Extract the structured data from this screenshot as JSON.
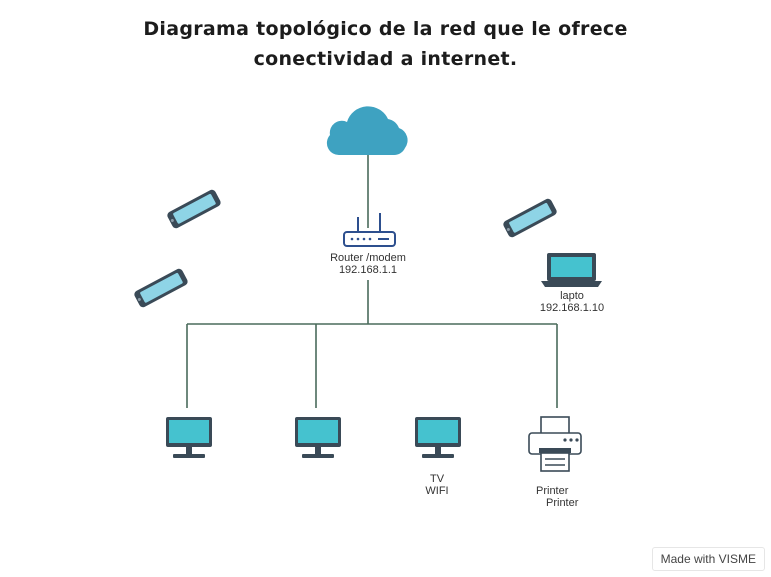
{
  "title": {
    "line1": "Diagrama topológico de la red que le ofrece",
    "line2": "conectividad a internet."
  },
  "colors": {
    "cloud": "#3ea2c1",
    "screen": "#45c2cf",
    "device_body": "#3a4a57",
    "line": "#4a6b5c",
    "router": "#2d4f8e"
  },
  "nodes": {
    "router": {
      "icon": "router-icon",
      "name": "Router /modem",
      "ip": "192.168.1.1"
    },
    "laptop": {
      "icon": "laptop-icon",
      "name": "lapto",
      "ip": "192.168.1.10"
    },
    "tv": {
      "icon": "monitor-icon",
      "line1": "TV",
      "line2": "WIFI"
    },
    "printer": {
      "icon": "printer-icon",
      "line1": "Printer",
      "line2": "Printer"
    },
    "internet": {
      "icon": "cloud-icon"
    },
    "phones": [
      "phone-icon",
      "phone-icon",
      "phone-icon"
    ],
    "desktops": [
      "monitor-icon",
      "monitor-icon"
    ]
  },
  "badge": "Made with VISME"
}
